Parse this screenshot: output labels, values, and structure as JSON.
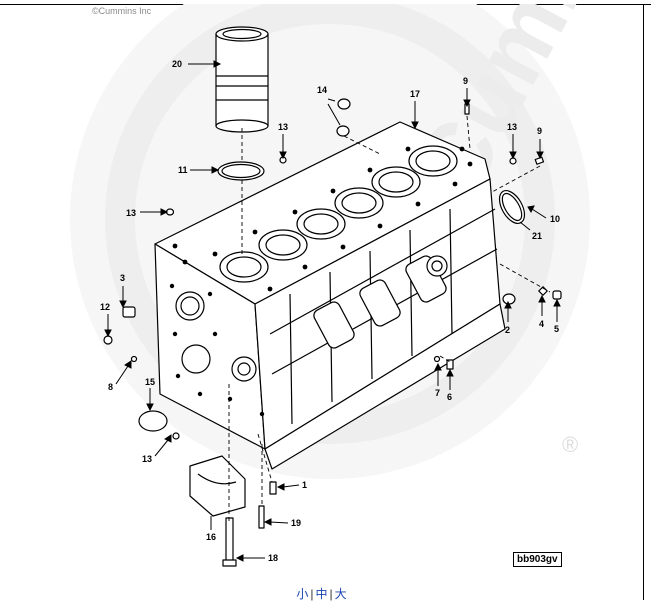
{
  "copyright": "©Cummins Inc",
  "watermark": {
    "text": "Cummins",
    "symbol": "®"
  },
  "diagram_code": "bb903gv",
  "size_links": [
    {
      "label": "小"
    },
    {
      "label": "中"
    },
    {
      "label": "大"
    }
  ],
  "separator": "|",
  "callouts": [
    "1",
    "2",
    "3",
    "4",
    "5",
    "6",
    "7",
    "8",
    "9",
    "9",
    "10",
    "11",
    "12",
    "13",
    "13",
    "13",
    "13",
    "14",
    "15",
    "16",
    "17",
    "18",
    "19",
    "20",
    "21"
  ]
}
